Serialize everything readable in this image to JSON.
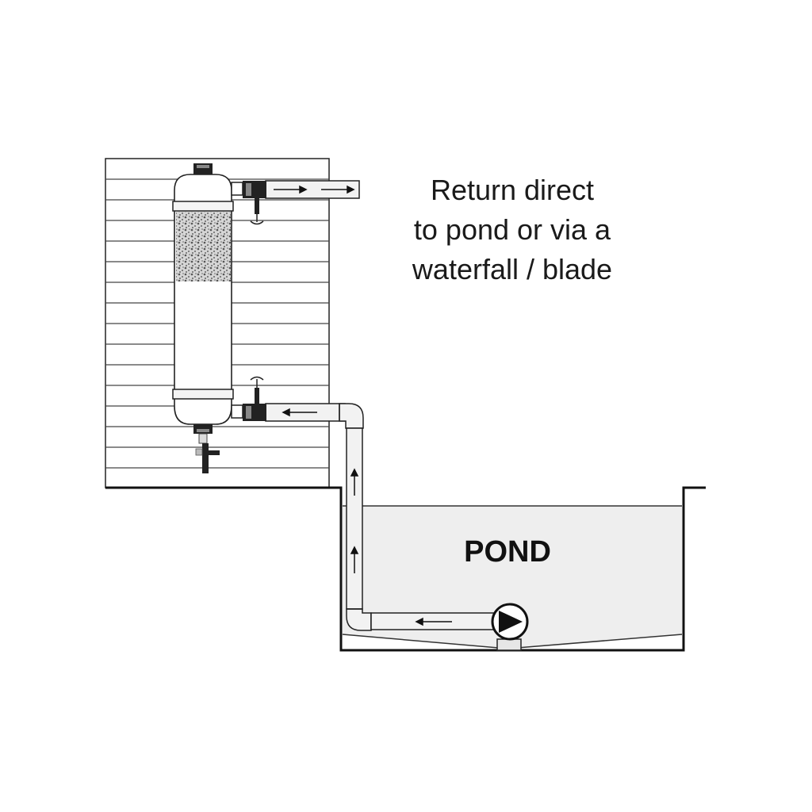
{
  "caption": {
    "lines": [
      "Return direct",
      "to pond or via a",
      "waterfall / blade"
    ]
  },
  "pond": {
    "label": "POND"
  },
  "colors": {
    "stroke": "#111111",
    "water": "#eeeeee",
    "pipe": "#f2f2f2",
    "media": "#9a9a9a"
  },
  "icons": {
    "pump": "pump-icon",
    "valve": "valve-icon",
    "drain": "drain-tap-icon"
  }
}
